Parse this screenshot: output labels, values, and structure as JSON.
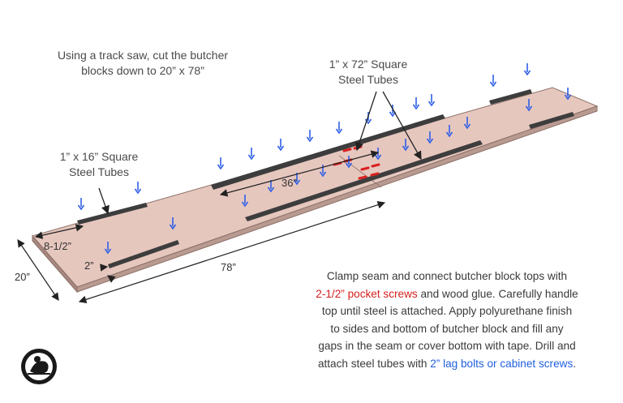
{
  "labels": {
    "cut_instruction": [
      "Using a track saw, cut the butcher",
      "blocks down to 20” x 78”"
    ],
    "long_tubes": [
      "1” x 72” Square",
      "Steel Tubes"
    ],
    "short_tubes": [
      "1” x 16” Square",
      "Steel Tubes"
    ]
  },
  "dimensions": {
    "d36": "36”",
    "d8": "8-1/2”",
    "d2": "2”",
    "d78": "78”",
    "d20": "20”"
  },
  "note": {
    "l1": "Clamp seam and connect butcher block tops with",
    "pocket_screws": "2-1/2” pocket screws",
    "and_glue": " and wood glue",
    "l2_tail": ". Carefully handle",
    "l3": "top until steel is attached. Apply polyurethane finish",
    "l4": "to sides and bottom of butcher block and fill any",
    "l5": "gaps in the seam or cover bottom with tape. Drill and",
    "l6_head": "attach steel tubes with ",
    "lag_bolts": "2” lag bolts or cabinet screws",
    "l6_tail": "."
  },
  "colors": {
    "board_top": "#e6c7be",
    "board_edge": "#b99a91",
    "tube": "#3d3d3d",
    "arrow": "#2f5fe6",
    "seam_marks": "#d92020",
    "dim_line": "#222222"
  },
  "icons": [
    "logo-icon",
    "blue-arrow-icon",
    "pocket-screw-mark-icon"
  ]
}
